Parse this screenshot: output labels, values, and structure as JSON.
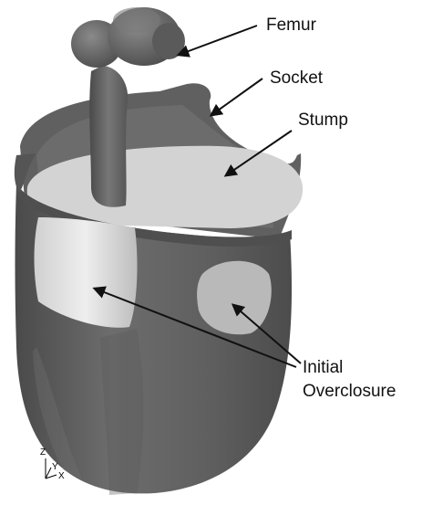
{
  "labels": {
    "femur": "Femur",
    "socket": "Socket",
    "stump": "Stump",
    "overclosure_line1": "Initial",
    "overclosure_line2": "Overclosure"
  },
  "axes": {
    "z": "Z",
    "y": "Y",
    "x": "X"
  },
  "colors": {
    "model_dark": "#5e5e5e",
    "model_mid": "#6f6f6f",
    "stump_light": "#cdcdcd",
    "overclosure": "#b9b9b9",
    "leader": "#111111"
  }
}
